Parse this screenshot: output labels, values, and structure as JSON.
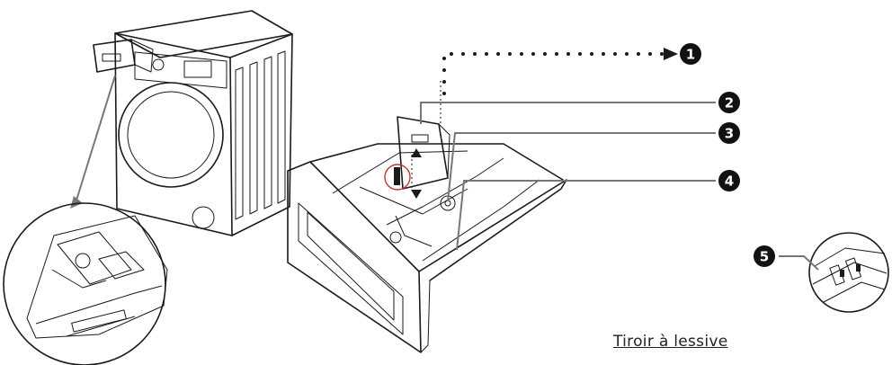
{
  "caption": "Tiroir à lessive",
  "callouts": [
    {
      "id": 1,
      "label": "1"
    },
    {
      "id": 2,
      "label": "2"
    },
    {
      "id": 3,
      "label": "3"
    },
    {
      "id": 4,
      "label": "4"
    },
    {
      "id": 5,
      "label": "5"
    }
  ],
  "colors": {
    "line": "#1a1a1a",
    "leader_grey": "#777777",
    "highlight_ring": "#c0392b",
    "callout_fill": "#111111"
  },
  "icons": [
    "arrow-right-icon",
    "arrow-up-icon",
    "arrow-down-icon"
  ]
}
